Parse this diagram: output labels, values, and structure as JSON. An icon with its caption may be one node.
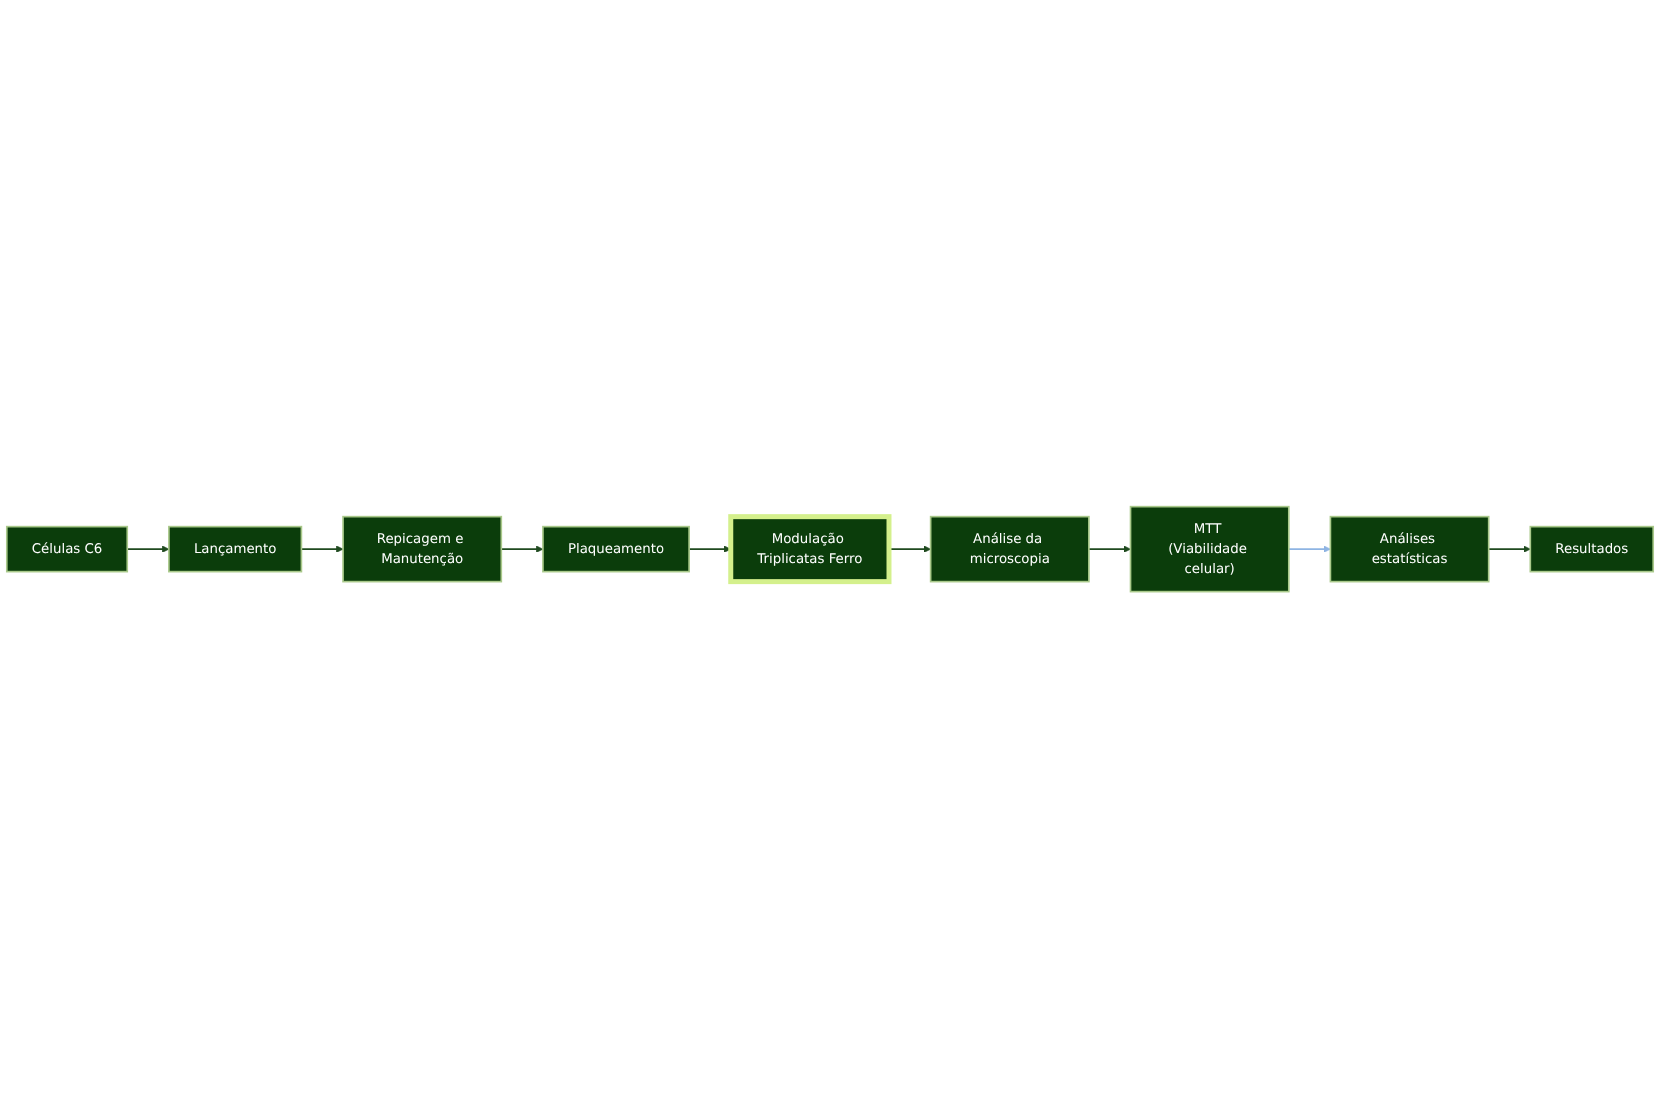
{
  "diagram": {
    "nodes": [
      {
        "text": [
          "Células C6"
        ]
      },
      {
        "text": [
          "Lançamento"
        ]
      },
      {
        "text": [
          "Repicagem e Manutenção"
        ]
      },
      {
        "text": [
          "Plaqueamento"
        ]
      },
      {
        "text": [
          "Modulação Triplicatas Ferro"
        ]
      },
      {
        "text": [
          "Análise da microscopia"
        ]
      },
      {
        "text": [
          "MTT (Viabilidade celular)"
        ]
      },
      {
        "text": [
          "Análises estatísticas"
        ]
      },
      {
        "text": [
          "Resultados"
        ]
      }
    ],
    "edges": [
      {
        "from": 0,
        "to": 1,
        "arrow": "to"
      },
      {
        "from": 1,
        "to": 2,
        "arrow": "to"
      },
      {
        "from": 2,
        "to": 3,
        "arrow": "to"
      },
      {
        "from": 3,
        "to": 4,
        "arrow": "to"
      },
      {
        "from": 4,
        "to": 5,
        "arrow": "to"
      },
      {
        "from": 5,
        "to": 6,
        "arrow": "to"
      },
      {
        "from": 6,
        "to": 7,
        "arrow": "to",
        "color": "#8eb4e3"
      },
      {
        "from": 7,
        "to": 8,
        "arrow": "to"
      }
    ]
  }
}
